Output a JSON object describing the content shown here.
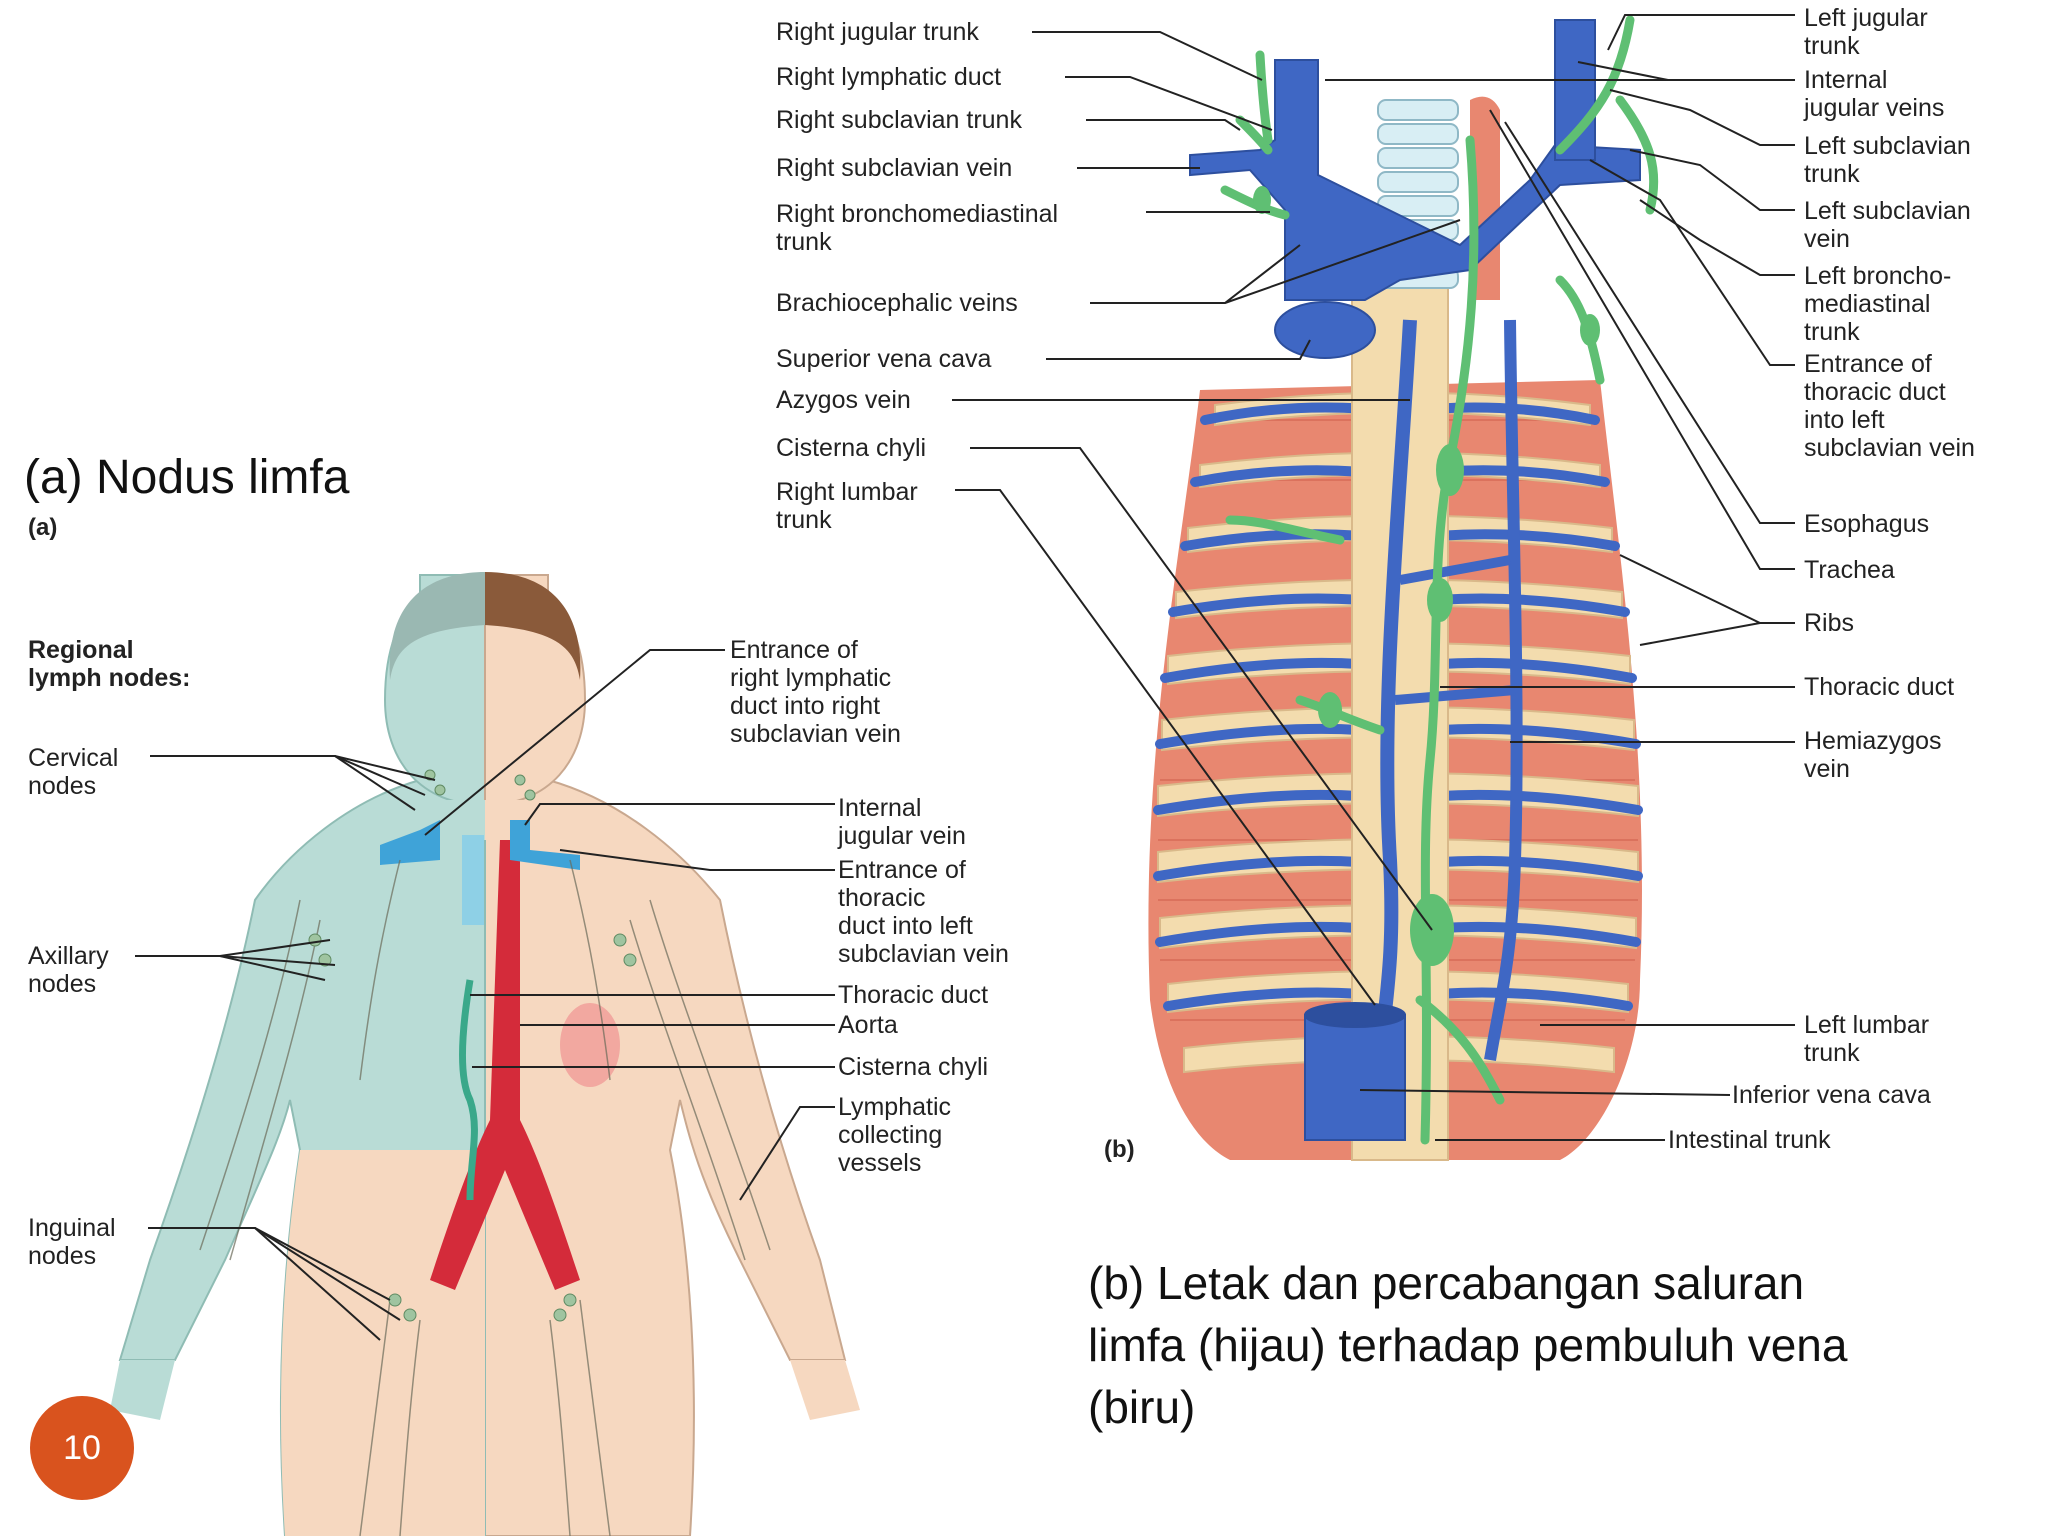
{
  "slide": {
    "caption_a": "(a) Nodus limfa",
    "caption_b_lines": [
      "(b) Letak dan percabangan saluran",
      "limfa (hijau) terhadap pembuluh vena",
      "(biru)"
    ],
    "page_number": "10"
  },
  "figure_a": {
    "panel_tag": "(a)",
    "heading_lines": [
      "Regional",
      "lymph nodes:"
    ],
    "left_labels": [
      {
        "id": "cervical",
        "lines": [
          "Cervical",
          "nodes"
        ]
      },
      {
        "id": "axillary",
        "lines": [
          "Axillary",
          "nodes"
        ]
      },
      {
        "id": "inguinal",
        "lines": [
          "Inguinal",
          "nodes"
        ]
      }
    ],
    "right_labels": [
      {
        "id": "entrance-right",
        "lines": [
          "Entrance of",
          "right lymphatic",
          "duct into right",
          "subclavian vein"
        ]
      },
      {
        "id": "internal-jugular",
        "lines": [
          "Internal",
          "jugular vein"
        ]
      },
      {
        "id": "entrance-thoracic",
        "lines": [
          "Entrance of",
          "thoracic",
          "duct into left",
          "subclavian vein"
        ]
      },
      {
        "id": "thoracic-duct",
        "lines": [
          "Thoracic duct"
        ]
      },
      {
        "id": "aorta",
        "lines": [
          "Aorta"
        ]
      },
      {
        "id": "cisterna",
        "lines": [
          "Cisterna chyli"
        ]
      },
      {
        "id": "lymphatic-vessels",
        "lines": [
          "Lymphatic",
          "collecting",
          "vessels"
        ]
      }
    ]
  },
  "figure_b": {
    "panel_tag": "(b)",
    "left_labels": [
      {
        "id": "right-jugular-trunk",
        "lines": [
          "Right jugular trunk"
        ]
      },
      {
        "id": "right-lymphatic-duct",
        "lines": [
          "Right lymphatic duct"
        ]
      },
      {
        "id": "right-subclavian-trunk",
        "lines": [
          "Right subclavian trunk"
        ]
      },
      {
        "id": "right-subclavian-vein",
        "lines": [
          "Right subclavian vein"
        ]
      },
      {
        "id": "right-bronchomediastinal",
        "lines": [
          "Right bronchomediastinal",
          "trunk"
        ]
      },
      {
        "id": "brachiocephalic",
        "lines": [
          "Brachiocephalic veins"
        ]
      },
      {
        "id": "superior-vena-cava",
        "lines": [
          "Superior vena cava"
        ]
      },
      {
        "id": "azygos",
        "lines": [
          "Azygos vein"
        ]
      },
      {
        "id": "cisterna-chyli",
        "lines": [
          "Cisterna chyli"
        ]
      },
      {
        "id": "right-lumbar",
        "lines": [
          "Right lumbar",
          "trunk"
        ]
      }
    ],
    "right_labels": [
      {
        "id": "left-jugular",
        "lines": [
          "Left jugular",
          "trunk"
        ]
      },
      {
        "id": "internal-jugular-veins",
        "lines": [
          "Internal",
          "jugular veins"
        ]
      },
      {
        "id": "left-subclavian-trunk",
        "lines": [
          "Left subclavian",
          "trunk"
        ]
      },
      {
        "id": "left-subclavian-vein",
        "lines": [
          "Left subclavian",
          "vein"
        ]
      },
      {
        "id": "left-bronchomediastinal",
        "lines": [
          "Left broncho-",
          "mediastinal",
          "trunk"
        ]
      },
      {
        "id": "entrance-thoracic-b",
        "lines": [
          "Entrance of",
          "thoracic duct",
          "into left",
          "subclavian vein"
        ]
      },
      {
        "id": "esophagus",
        "lines": [
          "Esophagus"
        ]
      },
      {
        "id": "trachea",
        "lines": [
          "Trachea"
        ]
      },
      {
        "id": "ribs",
        "lines": [
          "Ribs"
        ]
      },
      {
        "id": "thoracic-duct-b",
        "lines": [
          "Thoracic duct"
        ]
      },
      {
        "id": "hemiazygos",
        "lines": [
          "Hemiazygos",
          "vein"
        ]
      },
      {
        "id": "left-lumbar",
        "lines": [
          "Left lumbar",
          "trunk"
        ]
      },
      {
        "id": "inferior-vena-cava",
        "lines": [
          "Inferior vena cava"
        ]
      },
      {
        "id": "intestinal-trunk",
        "lines": [
          "Intestinal trunk"
        ]
      }
    ]
  },
  "colors": {
    "vein_blue": "#3f67c4",
    "lymph_green": "#5fbf73",
    "rib_muscle": "#e88770",
    "bone": "#f3dcae",
    "aorta_red": "#d42b3a",
    "skin": "#f6d8c0",
    "lymph_side": "#b9dcd6",
    "badge": "#d9531e"
  }
}
